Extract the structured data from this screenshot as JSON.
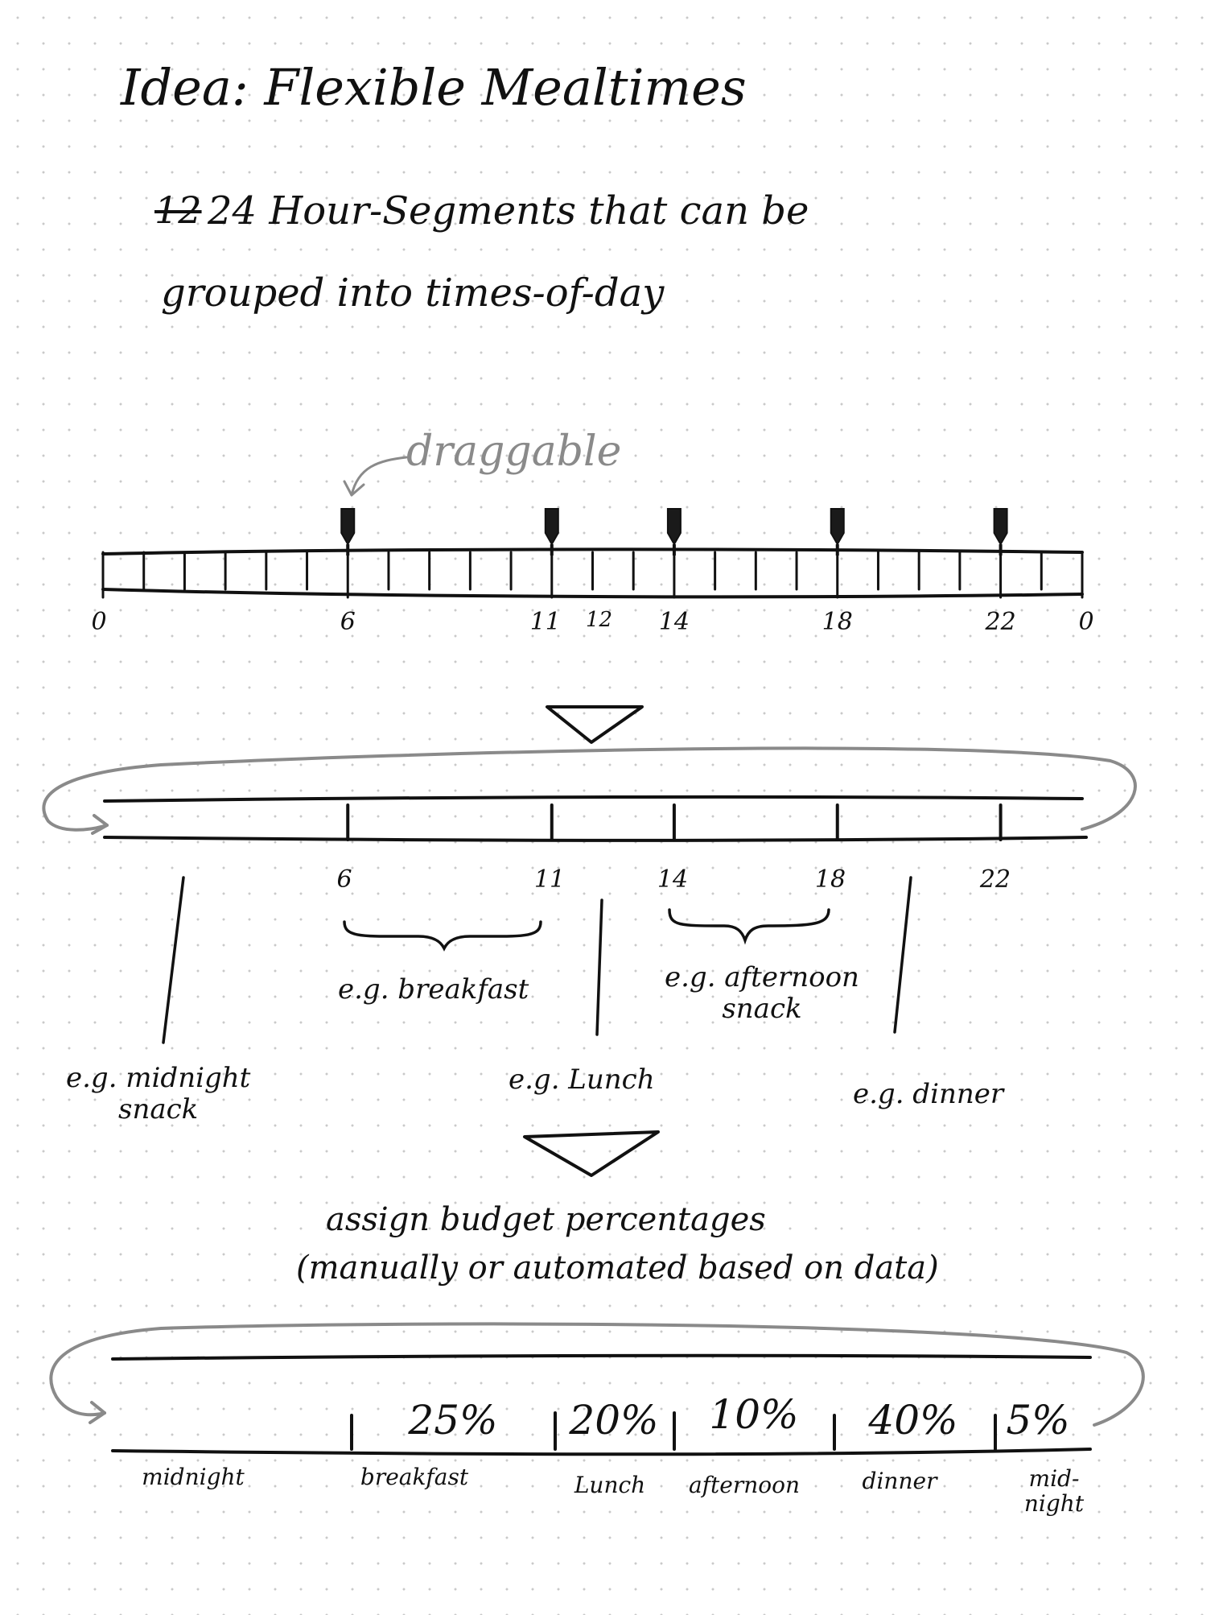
{
  "title": "Idea: Flexible Mealtimes",
  "subtitle_struck": "12",
  "subtitle_line1": "24 Hour-Segments that can be",
  "subtitle_line2": "grouped into times-of-day",
  "draggable_label": "draggable",
  "ruler": {
    "hours": 24,
    "handles": [
      6,
      11,
      14,
      18,
      22
    ],
    "labels": [
      "0",
      "6",
      "11",
      "12",
      "14",
      "18",
      "22",
      "0"
    ],
    "label_hours": [
      0,
      6,
      11,
      12,
      14,
      18,
      22,
      24
    ]
  },
  "grouped": {
    "labels": [
      "6",
      "11",
      "14",
      "18",
      "22"
    ]
  },
  "examples": {
    "midnight_snack": "e.g. midnight\nsnack",
    "breakfast": "e.g. breakfast",
    "lunch": "e.g. Lunch",
    "afternoon_snack": "e.g. afternoon\nsnack",
    "dinner": "e.g. dinner"
  },
  "budget_caption_1": "assign budget percentages",
  "budget_caption_2": "(manually or automated based on data)",
  "budget": {
    "percentages": [
      "25%",
      "20%",
      "10%",
      "40%",
      "5%"
    ],
    "segment_labels": [
      "midnight",
      "breakfast",
      "Lunch",
      "afternoon",
      "dinner",
      "mid-\nnight"
    ]
  },
  "colors": {
    "ink": "#111111",
    "pencil": "#8a8a8a"
  }
}
